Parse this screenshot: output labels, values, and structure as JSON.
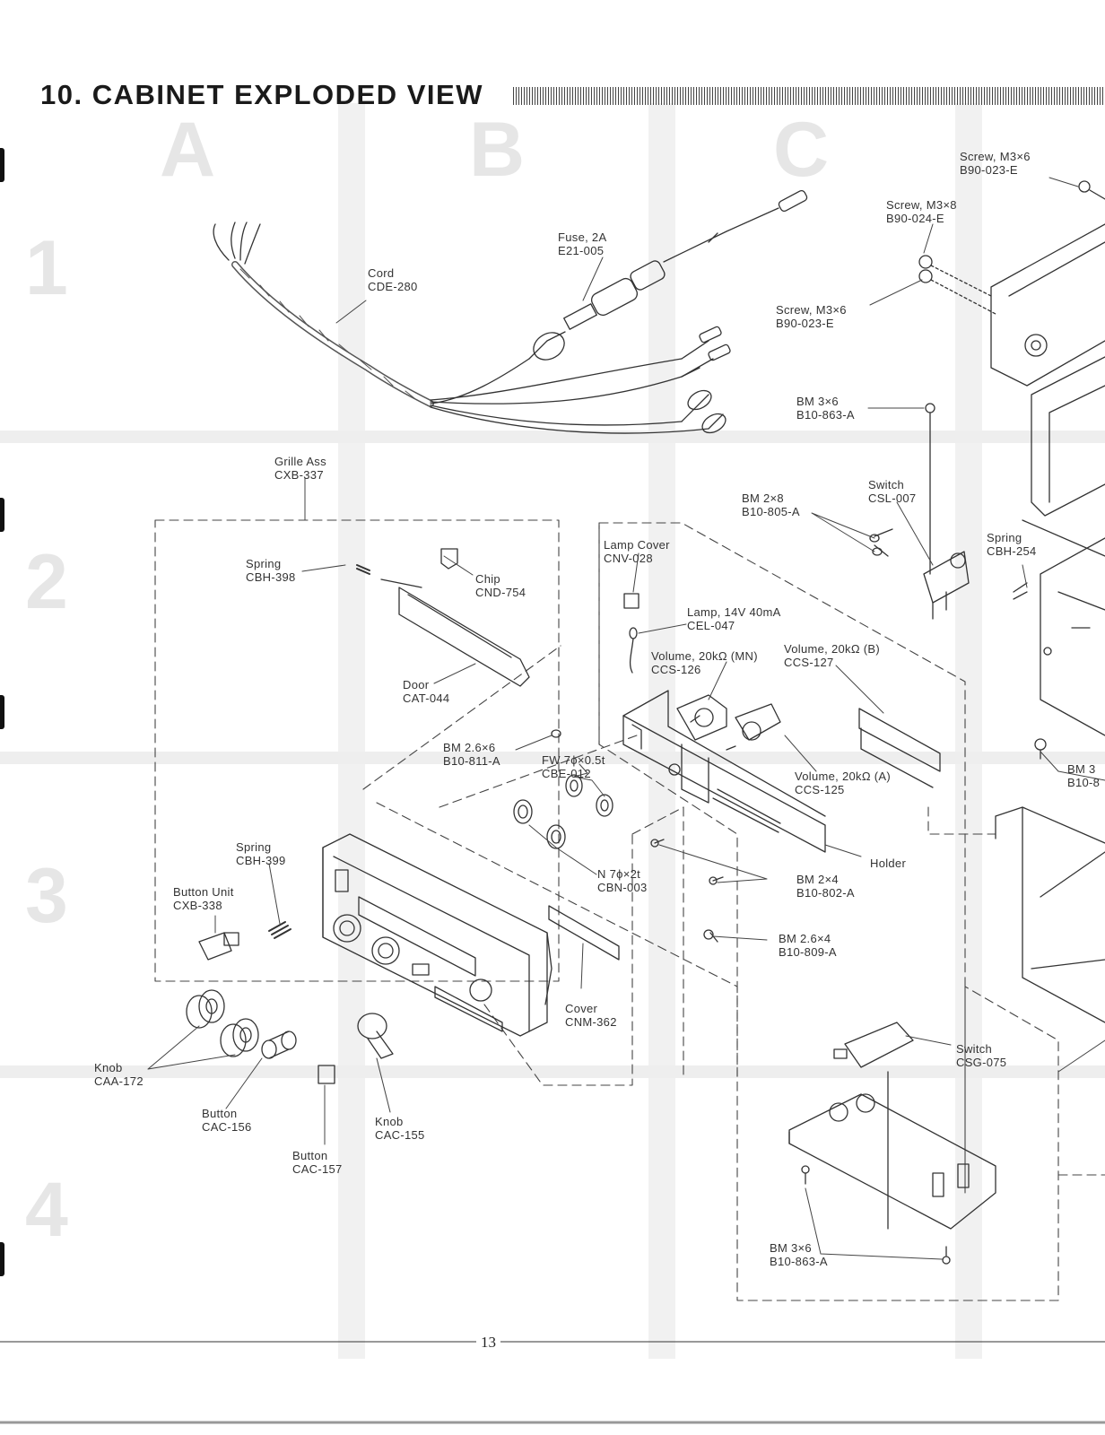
{
  "title": "10. CABINET EXPLODED VIEW",
  "grid_columns": [
    "A",
    "B",
    "C"
  ],
  "grid_rows": [
    "1",
    "2",
    "3",
    "4"
  ],
  "page_number": "13",
  "parts": [
    {
      "name": "Cord",
      "code": "CDE-280"
    },
    {
      "name": "Fuse, 2A",
      "code": "E21-005"
    },
    {
      "name": "Screw, M3×6",
      "code": "B90-023-E"
    },
    {
      "name": "Screw, M3×8",
      "code": "B90-024-E"
    },
    {
      "name": "Screw, M3×6",
      "code": "B90-023-E"
    },
    {
      "name": "BM 3×6",
      "code": "B10-863-A"
    },
    {
      "name": "Grille Ass",
      "code": "CXB-337"
    },
    {
      "name": "Switch",
      "code": "CSL-007"
    },
    {
      "name": "BM 2×8",
      "code": "B10-805-A"
    },
    {
      "name": "Spring",
      "code": "CBH-254"
    },
    {
      "name": "Spring",
      "code": "CBH-398"
    },
    {
      "name": "Chip",
      "code": "CND-754"
    },
    {
      "name": "Lamp Cover",
      "code": "CNV-028"
    },
    {
      "name": "Lamp, 14V 40mA",
      "code": "CEL-047"
    },
    {
      "name": "Volume, 20kΩ (MN)",
      "code": "CCS-126"
    },
    {
      "name": "Volume, 20kΩ (B)",
      "code": "CCS-127"
    },
    {
      "name": "Door",
      "code": "CAT-044"
    },
    {
      "name": "BM 2.6×6",
      "code": "B10-811-A"
    },
    {
      "name": "FW 7ϕ×0.5t",
      "code": "CBE-012"
    },
    {
      "name": "Volume, 20kΩ (A)",
      "code": "CCS-125"
    },
    {
      "name": "BM 3",
      "code": "B10-8"
    },
    {
      "name": "Spring",
      "code": "CBH-399"
    },
    {
      "name": "Holder",
      "code": ""
    },
    {
      "name": "N 7ϕ×2t",
      "code": "CBN-003"
    },
    {
      "name": "BM 2×4",
      "code": "B10-802-A"
    },
    {
      "name": "Button Unit",
      "code": "CXB-338"
    },
    {
      "name": "BM 2.6×4",
      "code": "B10-809-A"
    },
    {
      "name": "Cover",
      "code": "CNM-362"
    },
    {
      "name": "Switch",
      "code": "CSG-075"
    },
    {
      "name": "Knob",
      "code": "CAA-172"
    },
    {
      "name": "Button",
      "code": "CAC-156"
    },
    {
      "name": "Knob",
      "code": "CAC-155"
    },
    {
      "name": "Button",
      "code": "CAC-157"
    },
    {
      "name": "BM 3×6",
      "code": "B10-863-A"
    }
  ]
}
